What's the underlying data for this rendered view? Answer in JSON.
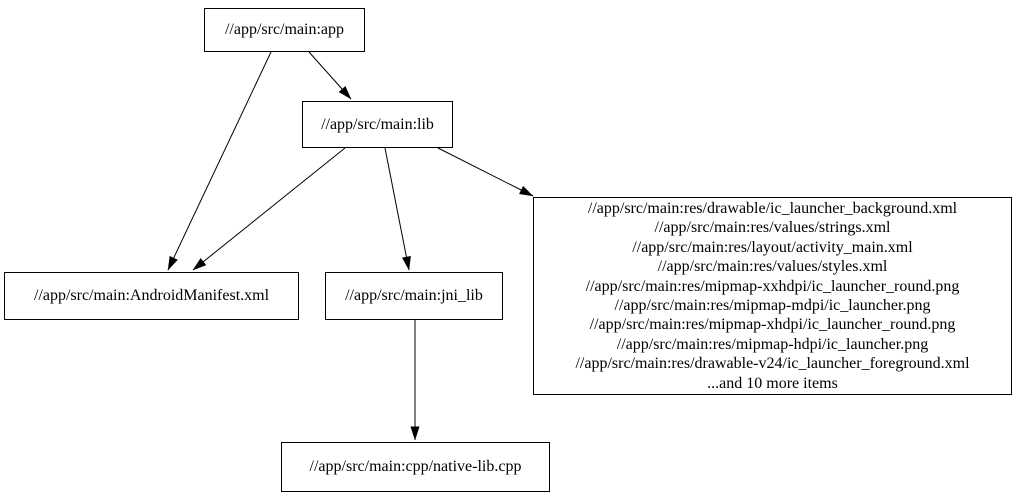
{
  "graph": {
    "colors": {
      "background": "#ffffff",
      "node_fill": "#ffffff",
      "node_border": "#000000",
      "edge": "#000000",
      "text": "#000000"
    },
    "nodes": {
      "app": {
        "label": "//app/src/main:app"
      },
      "lib": {
        "label": "//app/src/main:lib"
      },
      "android_manifest": {
        "label": "//app/src/main:AndroidManifest.xml"
      },
      "jni_lib": {
        "label": "//app/src/main:jni_lib"
      },
      "res_files": {
        "lines": [
          "//app/src/main:res/drawable/ic_launcher_background.xml",
          "//app/src/main:res/values/strings.xml",
          "//app/src/main:res/layout/activity_main.xml",
          "//app/src/main:res/values/styles.xml",
          "//app/src/main:res/mipmap-xxhdpi/ic_launcher_round.png",
          "//app/src/main:res/mipmap-mdpi/ic_launcher.png",
          "//app/src/main:res/mipmap-xhdpi/ic_launcher_round.png",
          "//app/src/main:res/mipmap-hdpi/ic_launcher.png",
          "//app/src/main:res/drawable-v24/ic_launcher_foreground.xml",
          "...and 10 more items"
        ]
      },
      "native_lib_cpp": {
        "label": "//app/src/main:cpp/native-lib.cpp"
      }
    },
    "edges": [
      {
        "from": "app",
        "to": "lib"
      },
      {
        "from": "app",
        "to": "android_manifest"
      },
      {
        "from": "lib",
        "to": "android_manifest"
      },
      {
        "from": "lib",
        "to": "jni_lib"
      },
      {
        "from": "lib",
        "to": "res_files"
      },
      {
        "from": "jni_lib",
        "to": "native_lib_cpp"
      }
    ]
  }
}
